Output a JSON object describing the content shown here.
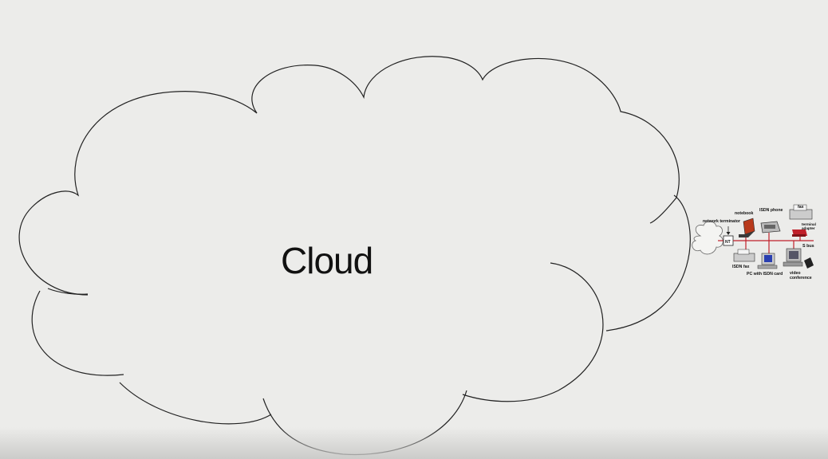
{
  "cloud": {
    "label": "Cloud"
  },
  "isdn": {
    "network_terminator": "network terminator",
    "nt_box": "NT",
    "notebook": "notebook",
    "isdn_phone": "ISDN phone",
    "fax": "fax",
    "terminal": "terminal",
    "adapter": "adapter",
    "s_bus": "S bus",
    "isdn_fax": "ISDN fax",
    "pc_with_isdn_card": "PC with ISDN card",
    "video": "video",
    "conference": "conference"
  },
  "colors": {
    "bus_line": "#c0202a",
    "background": "#ececea",
    "outline": "#222222"
  }
}
